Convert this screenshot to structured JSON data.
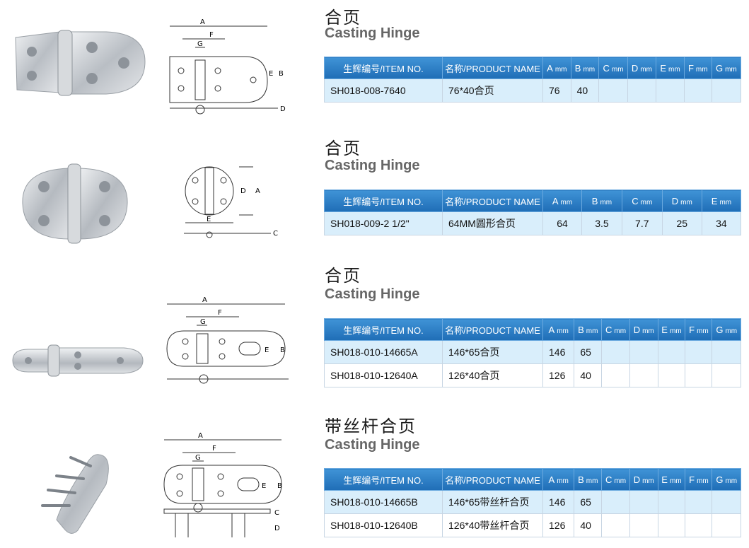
{
  "sections": [
    {
      "title_cn": "合页",
      "title_en": "Casting Hinge",
      "headers": {
        "item": "生辉编号/ITEM NO.",
        "name": "名称/PRODUCT NAME",
        "dims": [
          "A",
          "B",
          "C",
          "D",
          "E",
          "F",
          "G"
        ],
        "unit": "mm"
      },
      "rows": [
        {
          "item": "SH018-008-7640",
          "name": "76*40合页",
          "values": [
            "76",
            "40",
            "",
            "",
            "",
            "",
            ""
          ]
        }
      ],
      "drawing_labels": {
        "a": "A",
        "b": "B",
        "e": "E",
        "f": "F",
        "g": "G",
        "d": "D"
      }
    },
    {
      "title_cn": "合页",
      "title_en": "Casting Hinge",
      "headers": {
        "item": "生辉编号/ITEM NO.",
        "name": "名称/PRODUCT NAME",
        "dims": [
          "A",
          "B",
          "C",
          "D",
          "E"
        ],
        "unit": "mm"
      },
      "rows": [
        {
          "item": "SH018-009-2 1/2\"",
          "name": "64MM圆形合页",
          "values": [
            "64",
            "3.5",
            "7.7",
            "25",
            "34"
          ]
        }
      ],
      "drawing_labels": {
        "a": "A",
        "d": "D",
        "e": "E",
        "c": "C"
      }
    },
    {
      "title_cn": "合页",
      "title_en": "Casting Hinge",
      "headers": {
        "item": "生辉编号/ITEM NO.",
        "name": "名称/PRODUCT NAME",
        "dims": [
          "A",
          "B",
          "C",
          "D",
          "E",
          "F",
          "G"
        ],
        "unit": "mm"
      },
      "rows": [
        {
          "item": "SH018-010-14665A",
          "name": "146*65合页",
          "values": [
            "146",
            "65",
            "",
            "",
            "",
            "",
            ""
          ]
        },
        {
          "item": "SH018-010-12640A",
          "name": "126*40合页",
          "values": [
            "126",
            "40",
            "",
            "",
            "",
            "",
            ""
          ]
        }
      ],
      "drawing_labels": {
        "a": "A",
        "b": "B",
        "e": "E",
        "f": "F",
        "g": "G"
      }
    },
    {
      "title_cn": "带丝杆合页",
      "title_en": "Casting Hinge",
      "headers": {
        "item": "生辉编号/ITEM NO.",
        "name": "名称/PRODUCT NAME",
        "dims": [
          "A",
          "B",
          "C",
          "D",
          "E",
          "F",
          "G"
        ],
        "unit": "mm"
      },
      "rows": [
        {
          "item": "SH018-010-14665B",
          "name": "146*65带丝杆合页",
          "values": [
            "146",
            "65",
            "",
            "",
            "",
            "",
            ""
          ]
        },
        {
          "item": "SH018-010-12640B",
          "name": "126*40带丝杆合页",
          "values": [
            "126",
            "40",
            "",
            "",
            "",
            "",
            ""
          ]
        }
      ],
      "drawing_labels": {
        "a": "A",
        "b": "B",
        "e": "E",
        "f": "F",
        "g": "G",
        "c": "C",
        "d": "D"
      }
    }
  ],
  "colors": {
    "header_top": "#3f93d6",
    "header_bottom": "#1f6db6",
    "row_blue": "#d9eefb",
    "metal": "#c9cdd2"
  }
}
